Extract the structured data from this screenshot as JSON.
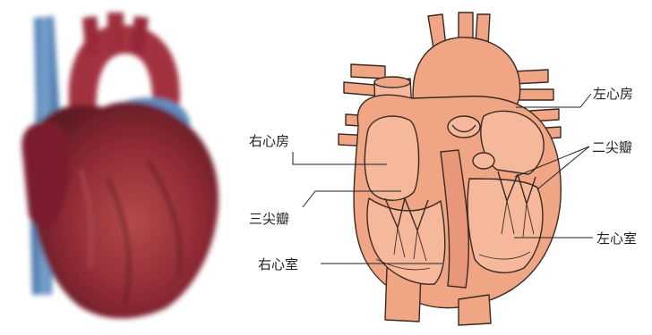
{
  "labels": {
    "right_atrium": "右心房",
    "tricuspid_valve": "三尖瓣",
    "right_ventricle": "右心室",
    "left_atrium": "左心房",
    "mitral_valve": "二尖瓣",
    "left_ventricle": "左心室"
  },
  "colors": {
    "diagram_fill": "#f0a585",
    "diagram_fill_light": "#f5b89a",
    "diagram_stroke": "#3a2a22",
    "photo_red": "#9b2c3a",
    "photo_dark": "#6a1d2a",
    "photo_blue": "#5b87b8"
  },
  "photo": {
    "description_icon": "anatomical-heart-photo"
  }
}
